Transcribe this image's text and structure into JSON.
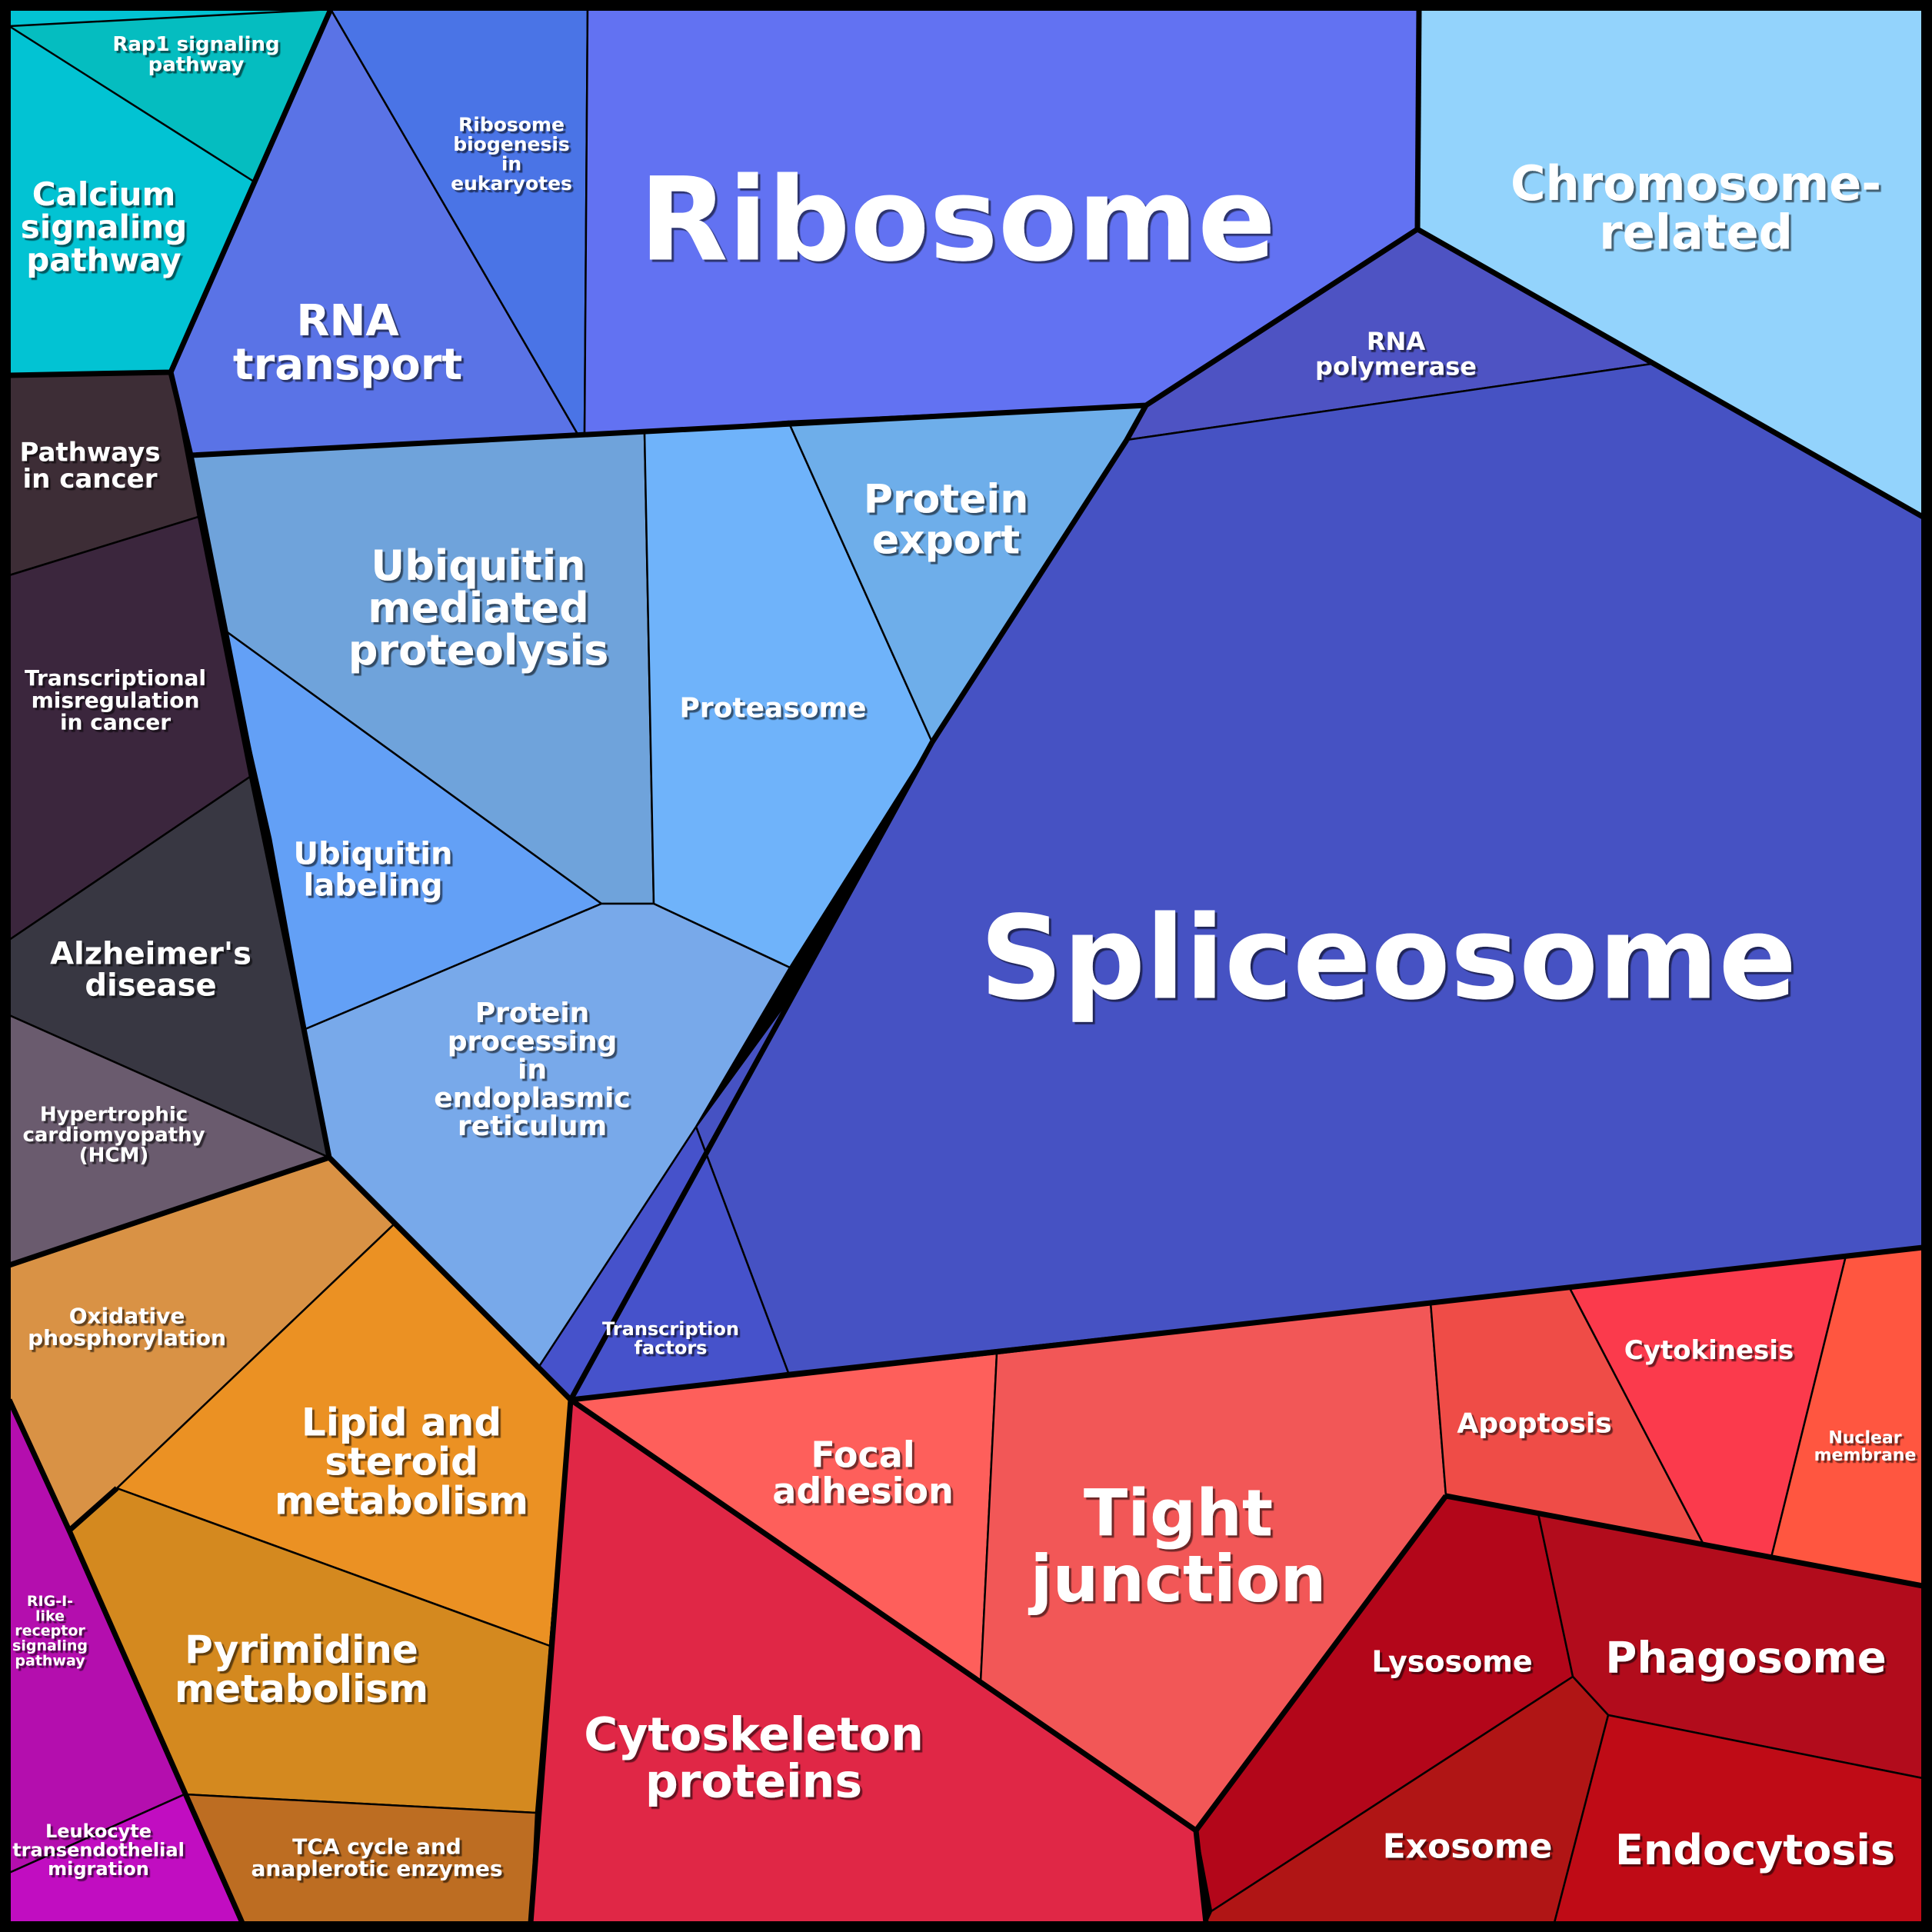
{
  "title": "Pathway / functional category Voronoi treemap",
  "groups": [
    {
      "name": "signaling",
      "cells": [
        {
          "id": "rap1",
          "label": [
            "Rap1 signaling",
            "pathway"
          ],
          "color": "#05BDC0"
        },
        {
          "id": "calcium",
          "label": [
            "Calcium",
            "signaling",
            "pathway"
          ],
          "color": "#02C3D3"
        }
      ]
    },
    {
      "name": "rna-processing",
      "cells": [
        {
          "id": "rna-transport",
          "label": [
            "RNA",
            "transport"
          ],
          "color": "#5A73E6"
        },
        {
          "id": "ribosome-biogenesis",
          "label": [
            "Ribosome",
            "biogenesis",
            "in",
            "eukaryotes"
          ],
          "color": "#4A74E6"
        },
        {
          "id": "ribosome",
          "label": [
            "Ribosome"
          ],
          "color": "#6272F2"
        },
        {
          "id": "chromosome-related",
          "label": [
            "Chromosome-",
            "related"
          ],
          "color": "#93D3FC"
        },
        {
          "id": "rna-polymerase",
          "label": [
            "RNA",
            "polymerase"
          ],
          "color": "#4E53C3"
        },
        {
          "id": "spliceosome",
          "label": [
            "Spliceosome"
          ],
          "color": "#4652C3"
        },
        {
          "id": "transcription-factors",
          "label": [
            "Transcription",
            "factors"
          ],
          "color": "#4652CB"
        }
      ]
    },
    {
      "name": "protein-processing",
      "cells": [
        {
          "id": "ubiquitin-proteolysis",
          "label": [
            "Ubiquitin",
            "mediated",
            "proteolysis"
          ],
          "color": "#6FA3DB"
        },
        {
          "id": "proteasome",
          "label": [
            "Proteasome"
          ],
          "color": "#6FB3FA"
        },
        {
          "id": "protein-export",
          "label": [
            "Protein",
            "export"
          ],
          "color": "#6EAEEA"
        },
        {
          "id": "ubiquitin-labeling",
          "label": [
            "Ubiquitin",
            "labeling"
          ],
          "color": "#63A0F6"
        },
        {
          "id": "protein-processing-er",
          "label": [
            "Protein",
            "processing",
            "in",
            "endoplasmic",
            "reticulum"
          ],
          "color": "#78A9EA"
        }
      ]
    },
    {
      "name": "disease",
      "cells": [
        {
          "id": "pathways-in-cancer",
          "label": [
            "Pathways",
            "in cancer"
          ],
          "color": "#3D2D36"
        },
        {
          "id": "transcriptional-misregulation",
          "label": [
            "Transcriptional",
            "misregulation",
            "in cancer"
          ],
          "color": "#3B263D"
        },
        {
          "id": "alzheimers",
          "label": [
            "Alzheimer's",
            "disease"
          ],
          "color": "#383742"
        },
        {
          "id": "hcm",
          "label": [
            "Hypertrophic",
            "cardiomyopathy",
            "(HCM)"
          ],
          "color": "#6A5B6E"
        }
      ]
    },
    {
      "name": "metabolism",
      "cells": [
        {
          "id": "oxidative-phosphorylation",
          "label": [
            "Oxidative",
            "phosphorylation"
          ],
          "color": "#D99245"
        },
        {
          "id": "lipid-steroid",
          "label": [
            "Lipid and",
            "steroid",
            "metabolism"
          ],
          "color": "#EB9123"
        },
        {
          "id": "pyrimidine",
          "label": [
            "Pyrimidine",
            "metabolism"
          ],
          "color": "#D4891F"
        },
        {
          "id": "tca-cycle",
          "label": [
            "TCA cycle and",
            "anaplerotic enzymes"
          ],
          "color": "#BD6D22"
        }
      ]
    },
    {
      "name": "immune",
      "cells": [
        {
          "id": "rig-i",
          "label": [
            "RIG-I-",
            "like",
            "receptor",
            "signaling",
            "pathway"
          ],
          "color": "#B40EAE"
        },
        {
          "id": "leukocyte",
          "label": [
            "Leukocyte",
            "transendothelial",
            "migration"
          ],
          "color": "#C10DC1"
        }
      ]
    },
    {
      "name": "cellular-processes",
      "cells": [
        {
          "id": "cytoskeleton",
          "label": [
            "Cytoskeleton",
            "proteins"
          ],
          "color": "#E02746"
        },
        {
          "id": "focal-adhesion",
          "label": [
            "Focal",
            "adhesion"
          ],
          "color": "#FE5F5B"
        },
        {
          "id": "tight-junction",
          "label": [
            "Tight",
            "junction"
          ],
          "color": "#F25757"
        },
        {
          "id": "apoptosis",
          "label": [
            "Apoptosis"
          ],
          "color": "#EF4C47"
        },
        {
          "id": "cytokinesis",
          "label": [
            "Cytokinesis"
          ],
          "color": "#FB3A4C"
        },
        {
          "id": "nuclear-membrane",
          "label": [
            "Nuclear",
            "membrane"
          ],
          "color": "#FF5640"
        },
        {
          "id": "lysosome",
          "label": [
            "Lysosome"
          ],
          "color": "#B3061A"
        },
        {
          "id": "phagosome",
          "label": [
            "Phagosome"
          ],
          "color": "#B20C1C"
        },
        {
          "id": "exosome",
          "label": [
            "Exosome"
          ],
          "color": "#B01515"
        },
        {
          "id": "endocytosis",
          "label": [
            "Endocytosis"
          ],
          "color": "#BF0B16"
        }
      ]
    }
  ]
}
